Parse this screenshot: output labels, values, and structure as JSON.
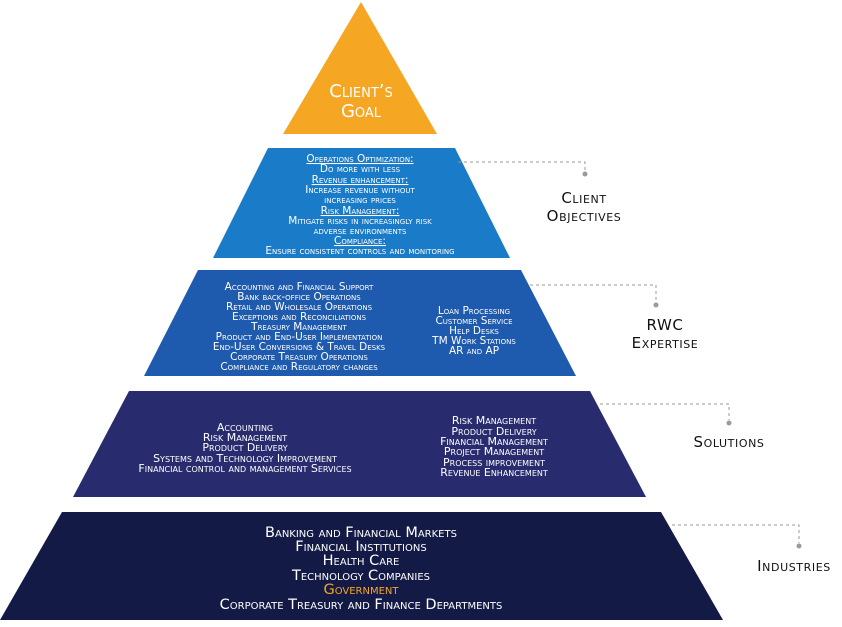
{
  "colors": {
    "goal": "#f5a623",
    "objectives": "#1a7bc9",
    "expertise": "#1e5aad",
    "solutions": "#282c6e",
    "industries": "#141a46",
    "highlight": "#f5a623",
    "connector": "#9a9a9a"
  },
  "goal": {
    "line1": "Client’s",
    "line2": "Goal"
  },
  "objectives": {
    "items": [
      {
        "heading": "Operations Optimization:",
        "body": [
          "Do more with less"
        ]
      },
      {
        "heading": "Revenue enhancement:",
        "body": [
          "Increase revenue without",
          "increasing prices"
        ]
      },
      {
        "heading": "Risk Management:",
        "body": [
          "Mitigate risks in increasingly risk",
          "adverse environments"
        ]
      },
      {
        "heading": "Compliance:",
        "body": [
          "Ensure consistent controls and monitoring"
        ]
      }
    ],
    "label": [
      "Client",
      "Objectives"
    ]
  },
  "expertise": {
    "left": [
      "Accounting and Financial Support",
      "Bank back-office Operations",
      "Retail and Wholesale Operations",
      "Exceptions and Reconciliations",
      "Treasury Management",
      "Product and End-User Implementation",
      "End-User Conversions & Travel Desks",
      "Corporate Treasury Operations",
      "Compliance and Regulatory changes"
    ],
    "right": [
      "Loan Processing",
      "Customer Service",
      "Help Desks",
      "TM Work Stations",
      "AR and AP"
    ],
    "label": [
      "RWC",
      "Expertise"
    ]
  },
  "solutions": {
    "left": [
      "Accounting",
      "Risk Management",
      "Product Delivery",
      "Systems and Technology Improvement",
      "Financial control and management Services"
    ],
    "right": [
      "Risk Management",
      "Product Delivery",
      "Financial Management",
      "Project Management",
      "Process improvement",
      "Revenue Enhancement"
    ],
    "label": [
      "Solutions"
    ]
  },
  "industries": {
    "items": [
      {
        "text": "Banking and Financial Markets",
        "highlight": false
      },
      {
        "text": "Financial Institutions",
        "highlight": false
      },
      {
        "text": "Health Care",
        "highlight": false
      },
      {
        "text": "Technology Companies",
        "highlight": false
      },
      {
        "text": "Government",
        "highlight": true
      },
      {
        "text": "Corporate Treasury and Finance Departments",
        "highlight": false
      }
    ],
    "label": [
      "Industries"
    ]
  }
}
